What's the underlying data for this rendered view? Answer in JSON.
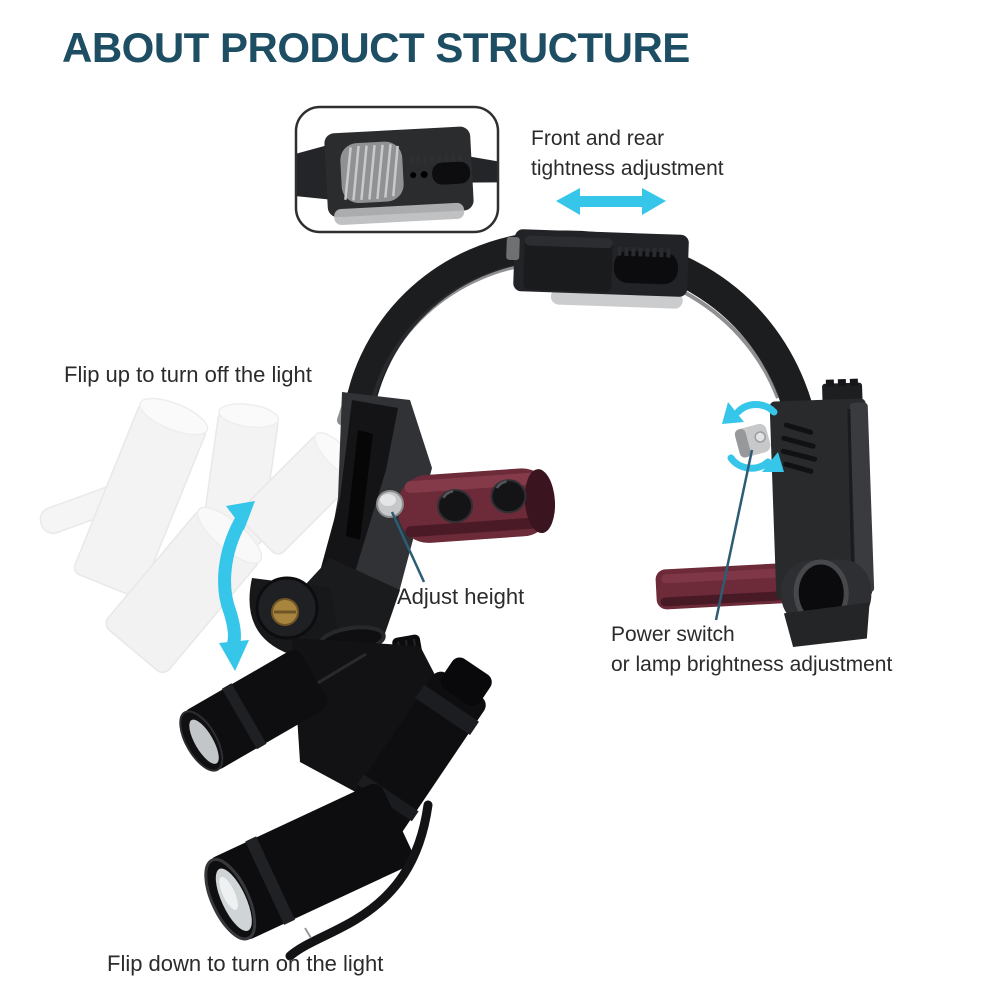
{
  "title": {
    "text": "ABOUT PRODUCT STRUCTURE"
  },
  "annotations": {
    "front_rear": {
      "line1": "Front and rear",
      "line2": "tightness adjustment"
    },
    "flip_up": {
      "text": "Flip up to turn off the light"
    },
    "adjust_height": {
      "text": "Adjust height"
    },
    "power_switch": {
      "line1": "Power switch",
      "line2": "or lamp brightness adjustment"
    },
    "flip_down": {
      "text": "Flip down to turn on the light"
    }
  },
  "colors": {
    "title": "#1d4e63",
    "label_text": "#2b2b2b",
    "accent_cyan": "#35c6e9",
    "pointer_line": "#2d5d75",
    "strap_maroon": "#6d2a38",
    "device_black": "#17181a",
    "background": "#ffffff"
  }
}
